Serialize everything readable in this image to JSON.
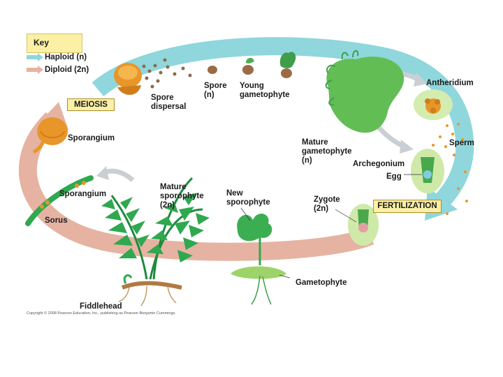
{
  "key": {
    "title": "Key",
    "haploid_label": "Haploid (n)",
    "diploid_label": "Diploid (2n)",
    "haploid_color": "#8fd7dc",
    "diploid_color": "#e6b3a2"
  },
  "stages": {
    "meiosis": "MEIOSIS",
    "fertilization": "FERTILIZATION"
  },
  "labels": {
    "spore_dispersal": [
      "Spore",
      "dispersal"
    ],
    "spore": [
      "Spore",
      "(n)"
    ],
    "young_gametophyte": [
      "Young",
      "gametophyte"
    ],
    "antheridium": "Antheridium",
    "mature_gametophyte": [
      "Mature",
      "gametophyte",
      "(n)"
    ],
    "sperm": "Sperm",
    "archegonium": "Archegonium",
    "egg": "Egg",
    "sporangium_top": "Sporangium",
    "sporangium_left": "Sporangium",
    "sorus": "Sorus",
    "mature_sporophyte": [
      "Mature",
      "sporophyte",
      "(2n)"
    ],
    "new_sporophyte": [
      "New",
      "sporophyte"
    ],
    "zygote": [
      "Zygote",
      "(2n)"
    ],
    "gametophyte": "Gametophyte",
    "fiddlehead": "Fiddlehead"
  },
  "copyright": "Copyright © 2008 Pearson Education, Inc., publishing as Pearson Benjamin Cummings.",
  "colors": {
    "plant_green": "#2fa84f",
    "light_green": "#9ed36a",
    "sporangium_orange": "#e8962a",
    "gray_arrow": "#c9cfd3"
  }
}
